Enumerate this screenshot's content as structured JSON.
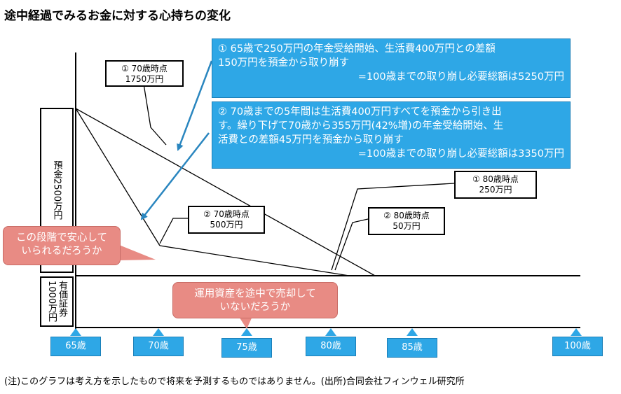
{
  "title": "途中経過でみるお金に対する心持ちの変化",
  "left_labels": {
    "deposit": "預金2500万円",
    "securities_line1": "有価証券",
    "securities_line2": "1000万円"
  },
  "axis_ticks": [
    "65歳",
    "70歳",
    "75歳",
    "80歳",
    "85歳",
    "100歳"
  ],
  "callouts": {
    "c1_70": [
      "① 70歳時点",
      "1750万円"
    ],
    "c2_70": [
      "② 70歳時点",
      "500万円"
    ],
    "c1_80": [
      "① 80歳時点",
      "250万円"
    ],
    "c2_80": [
      "② 80歳時点",
      "50万円"
    ]
  },
  "notes": {
    "note1": {
      "line1": "① 65歳で250万円の年金受給開始、生活費400万円との差額",
      "line2": "150万円を預金から取り崩す",
      "line3": "=100歳までの取り崩し必要総額は5250万円"
    },
    "note2": {
      "line1": "② 70歳までの5年間は生活費400万円すべてを預金から引き出",
      "line2": "す。繰り下げて70歳から355万円(42%増)の年金受給開始、生",
      "line3": "活費との差額45万円を預金から取り崩す",
      "line4": "=100歳までの取り崩し必要総額は3350万円"
    },
    "pink1": [
      "この段階で安心して",
      "いられるだろうか"
    ],
    "pink2": [
      "運用資産を途中で売却して",
      "いないだろうか"
    ]
  },
  "footnote": "(注)このグラフは考え方を示したもので将来を予測するものではありません。(出所)合同会社フィンウェル研究所",
  "colors": {
    "blue": "#2ea7e6",
    "pink": "#e88b84",
    "arrow": "#2a86bf"
  }
}
